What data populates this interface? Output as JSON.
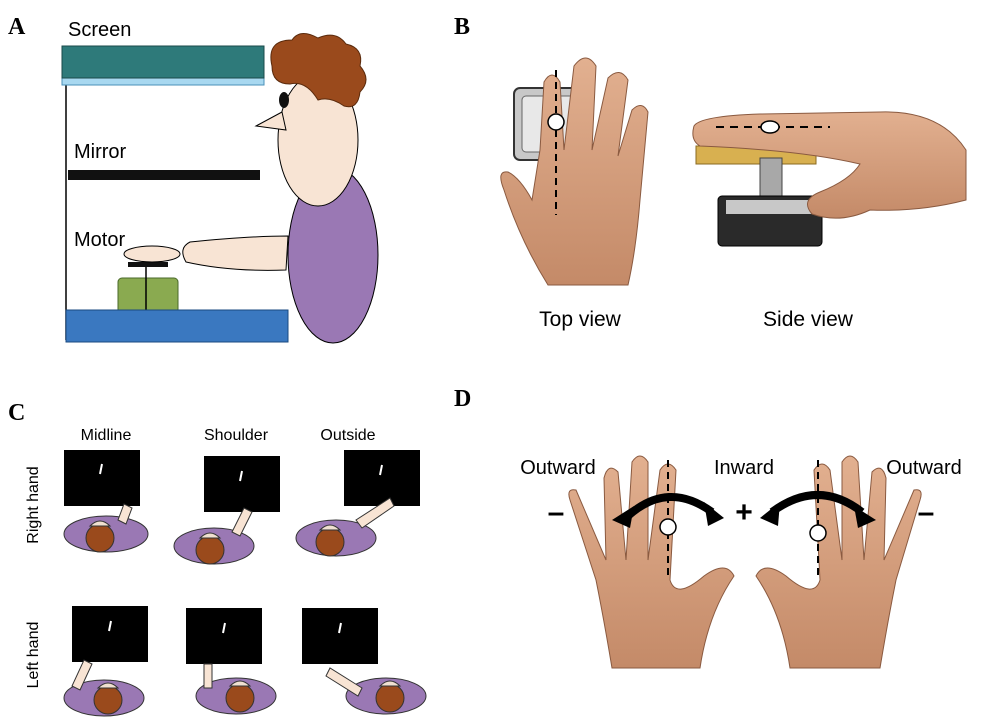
{
  "panels": {
    "a": {
      "label": "A",
      "screen_label": "Screen",
      "mirror_label": "Mirror",
      "motor_label": "Motor"
    },
    "b": {
      "label": "B",
      "top_view_label": "Top view",
      "side_view_label": "Side view"
    },
    "c": {
      "label": "C",
      "columns": [
        "Midline",
        "Shoulder",
        "Outside"
      ],
      "rows": [
        "Right hand",
        "Left hand"
      ]
    },
    "d": {
      "label": "D",
      "left_outward_label": "Outward",
      "inward_label": "Inward",
      "right_outward_label": "Outward",
      "left_sign": "–",
      "center_sign": "+",
      "right_sign": "–"
    }
  },
  "colors": {
    "screen": "#2e7a7a",
    "screen_glow": "#a8d8f0",
    "table": "#3a78c0",
    "motor": "#8aaa50",
    "body": "#9a78b4",
    "skin": "#f8e4d4",
    "hair": "#9a4a1c",
    "hand_skin": "#d49a78"
  }
}
